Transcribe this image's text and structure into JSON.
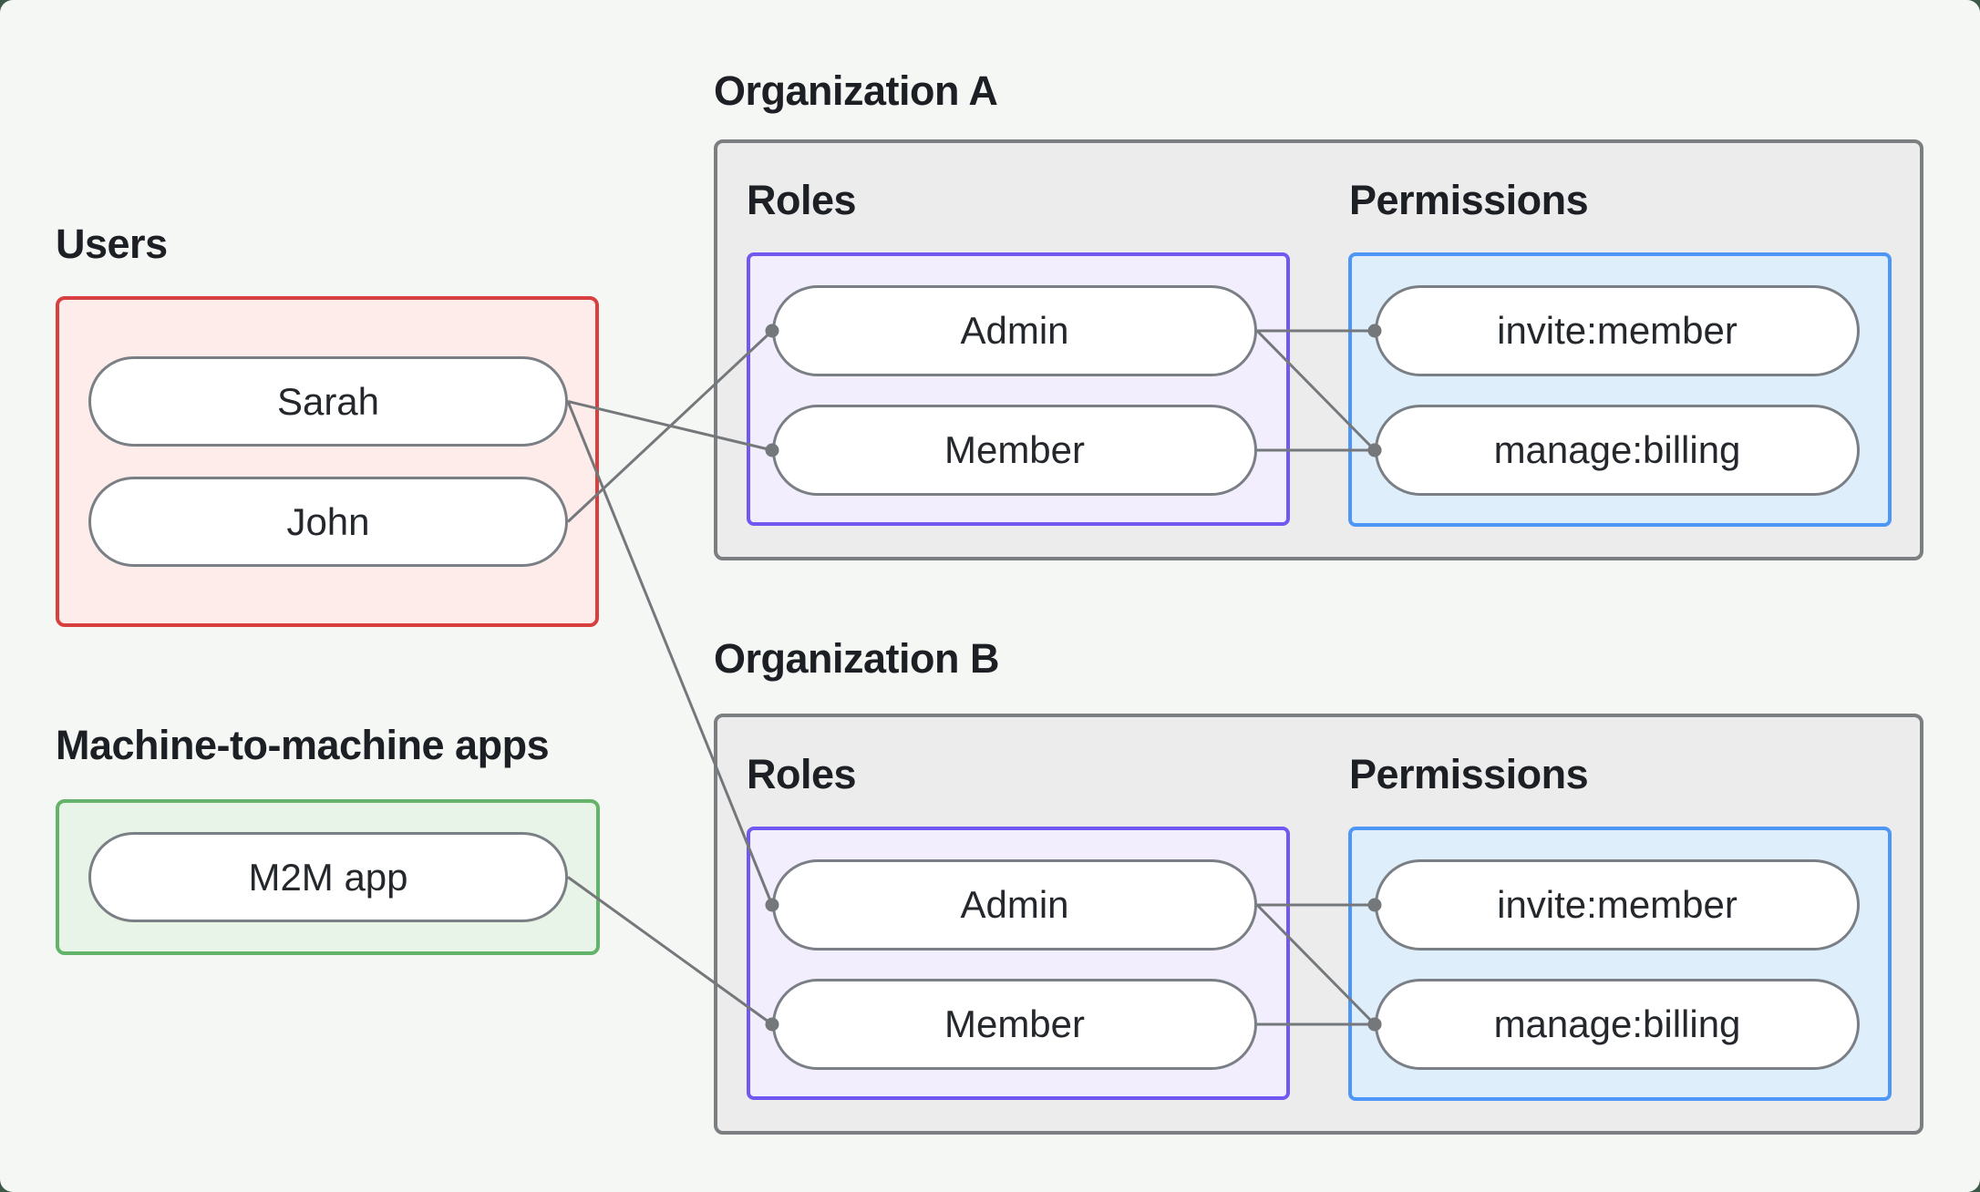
{
  "page": {
    "background": "#f5f7f5",
    "frame_background": "#3c5947",
    "line_color": "#75787b",
    "heading_color": "#1c1f23"
  },
  "groups": {
    "users": {
      "label": "Users",
      "border_color": "#d84040",
      "fill": "#fdecea",
      "items": [
        {
          "id": "sarah",
          "label": "Sarah"
        },
        {
          "id": "john",
          "label": "John"
        }
      ]
    },
    "m2m": {
      "label": "Machine-to-machine apps",
      "border_color": "#64b36b",
      "fill": "#e9f4e8",
      "items": [
        {
          "id": "m2m_app",
          "label": "M2M app"
        }
      ]
    },
    "org_a": {
      "label": "Organization A",
      "border_color": "#7b7f82",
      "fill": "#ececec",
      "roles_label": "Roles",
      "roles_border_color": "#7158f0",
      "roles_fill": "#f3eefd",
      "roles": [
        {
          "id": "org_a_admin",
          "label": "Admin"
        },
        {
          "id": "org_a_member",
          "label": "Member"
        }
      ],
      "permissions_label": "Permissions",
      "permissions_border_color": "#4e97f6",
      "permissions_fill": "#dfeefb",
      "permissions": [
        {
          "id": "org_a_invite",
          "label": "invite:member"
        },
        {
          "id": "org_a_manage",
          "label": "manage:billing"
        }
      ]
    },
    "org_b": {
      "label": "Organization B",
      "border_color": "#7b7f82",
      "fill": "#ececec",
      "roles_label": "Roles",
      "roles_border_color": "#7158f0",
      "roles_fill": "#f3eefd",
      "roles": [
        {
          "id": "org_b_admin",
          "label": "Admin"
        },
        {
          "id": "org_b_member",
          "label": "Member"
        }
      ],
      "permissions_label": "Permissions",
      "permissions_border_color": "#4e97f6",
      "permissions_fill": "#dfeefb",
      "permissions": [
        {
          "id": "org_b_invite",
          "label": "invite:member"
        },
        {
          "id": "org_b_manage",
          "label": "manage:billing"
        }
      ]
    }
  },
  "connections": [
    {
      "from": "sarah",
      "to": "org_a_member"
    },
    {
      "from": "sarah",
      "to": "org_b_admin"
    },
    {
      "from": "john",
      "to": "org_a_admin"
    },
    {
      "from": "m2m_app",
      "to": "org_b_member"
    },
    {
      "from": "org_a_admin",
      "to": "org_a_invite"
    },
    {
      "from": "org_a_admin",
      "to": "org_a_manage"
    },
    {
      "from": "org_a_member",
      "to": "org_a_manage"
    },
    {
      "from": "org_b_admin",
      "to": "org_b_invite"
    },
    {
      "from": "org_b_admin",
      "to": "org_b_manage"
    },
    {
      "from": "org_b_member",
      "to": "org_b_manage"
    }
  ]
}
